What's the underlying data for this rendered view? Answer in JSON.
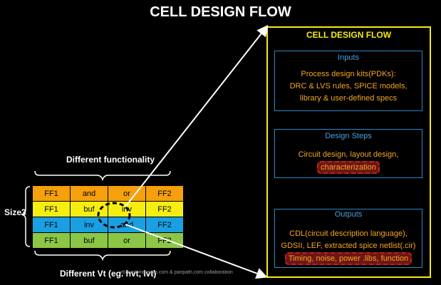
{
  "title": "CELL DESIGN FLOW",
  "panel": {
    "title": "CELL DESIGN FLOW",
    "inputs": {
      "heading": "Inputs",
      "line1": "Process design kits(PDKs):",
      "line2": "DRC & LVS rules, SPICE models,",
      "line3": "library & user-defined specs"
    },
    "design_steps": {
      "heading": "Design Steps",
      "line1": "Circuit design, layout design,",
      "highlight": "characterization"
    },
    "outputs": {
      "heading": "Outputs",
      "line1": "CDL(circuit description language),",
      "line2": "GDSII, LEF, extracted spice netlist(.cir)",
      "highlight": "Timing, noise, power .libs, function"
    }
  },
  "grid": {
    "rows": [
      [
        "FF1",
        "and",
        "or",
        "FF2"
      ],
      [
        "FF1",
        "buf",
        "inv",
        "FF2"
      ],
      [
        "FF1",
        "inv",
        "and",
        "FF2"
      ],
      [
        "FF1",
        "buf",
        "or",
        "FF2"
      ]
    ],
    "row_colors": [
      "#f5a00c",
      "#f6ee10",
      "#1aa0e2",
      "#8cc646"
    ]
  },
  "labels": {
    "functionality": "Different functionality",
    "size": "Size3",
    "vt": "Different Vt (eg. hvt, lvt)"
  },
  "watermark": "vlsisystemdesign.com & paripath.com collaboration",
  "colors": {
    "panel_border": "#f5ea1a",
    "box_border": "#2a87c8",
    "orange_text": "#f5a623",
    "highlight_border": "#c0201e"
  }
}
